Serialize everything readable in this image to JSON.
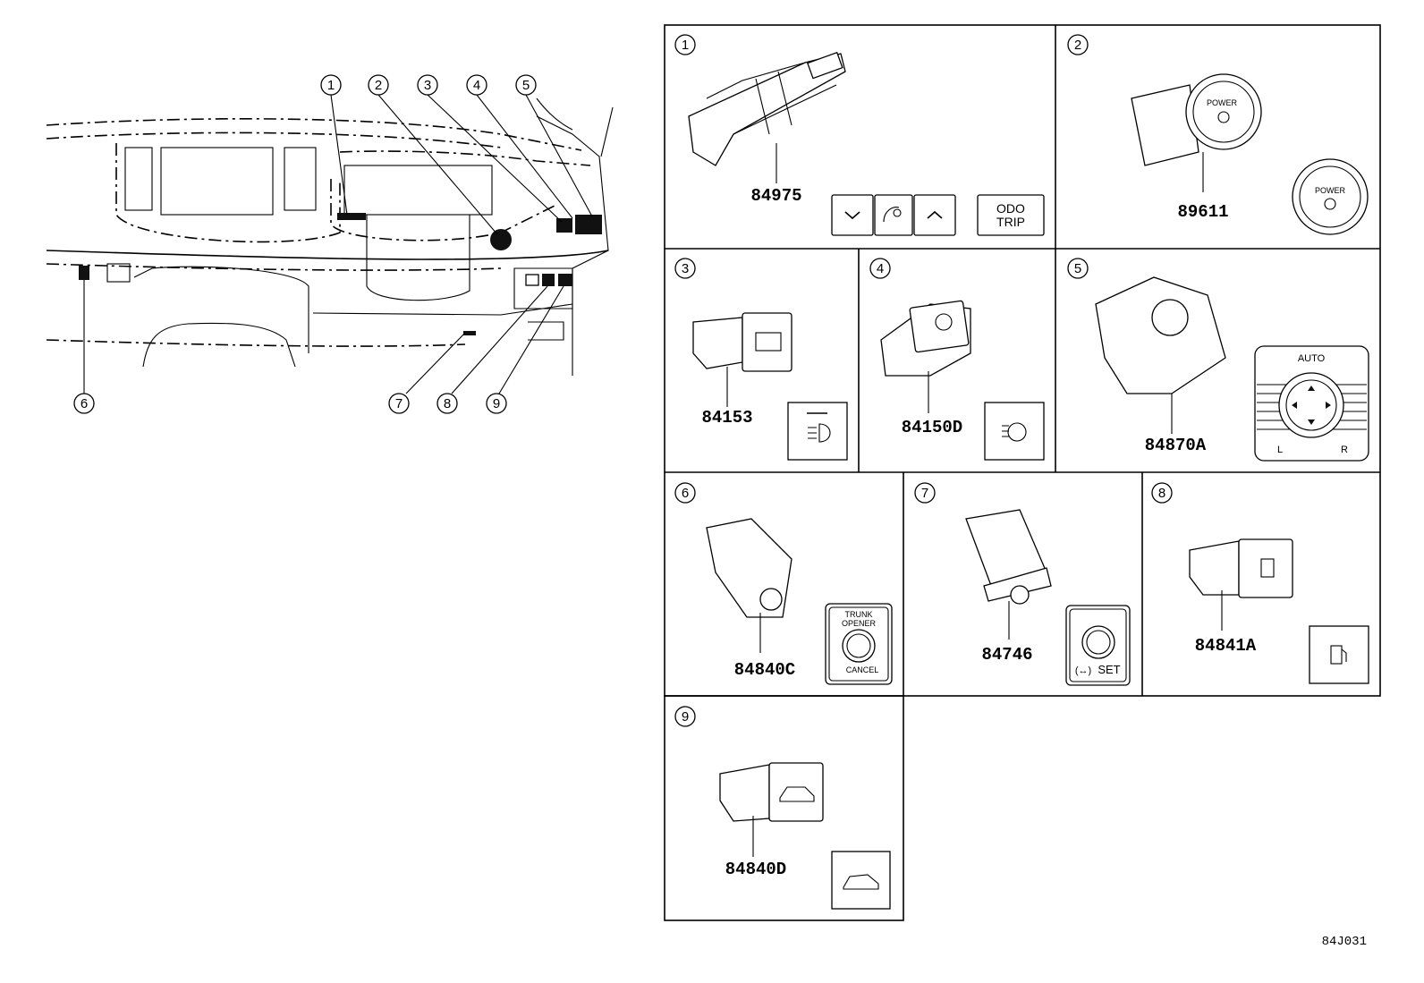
{
  "overview": {
    "callouts": [
      "1",
      "2",
      "3",
      "4",
      "5",
      "6",
      "7",
      "8",
      "9"
    ]
  },
  "panels": [
    {
      "num": "1",
      "part": "84975",
      "icon_labels": [
        "ODO",
        "TRIP"
      ]
    },
    {
      "num": "2",
      "part": "89611",
      "icon_labels": [
        "POWER"
      ]
    },
    {
      "num": "3",
      "part": "84153"
    },
    {
      "num": "4",
      "part": "84150D"
    },
    {
      "num": "5",
      "part": "84870A",
      "icon_labels": [
        "AUTO",
        "L",
        "R"
      ]
    },
    {
      "num": "6",
      "part": "84840C",
      "icon_labels": [
        "TRUNK",
        "OPENER",
        "CANCEL"
      ]
    },
    {
      "num": "7",
      "part": "84746",
      "icon_labels": [
        "SET"
      ]
    },
    {
      "num": "8",
      "part": "84841A"
    },
    {
      "num": "9",
      "part": "84840D"
    }
  ],
  "figure_code": "84J031"
}
